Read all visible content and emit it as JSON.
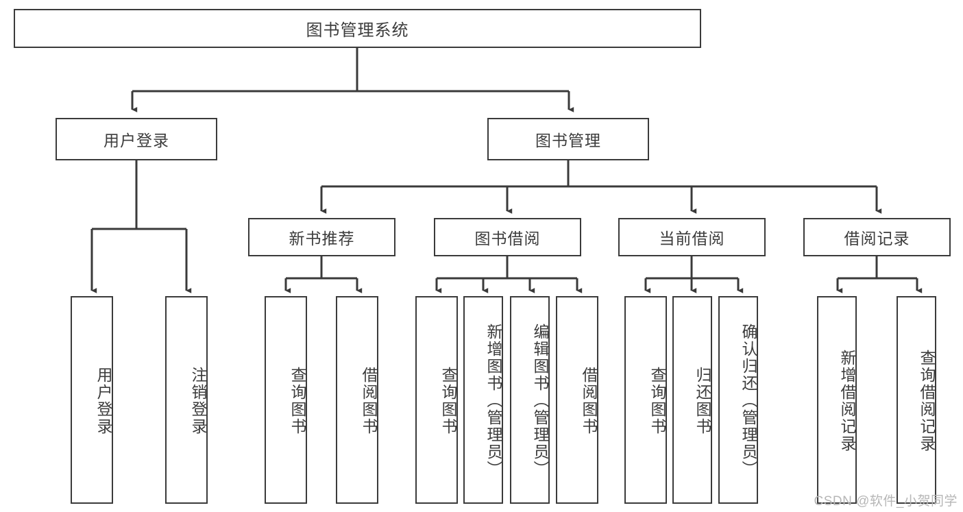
{
  "diagram": {
    "type": "tree-hierarchy",
    "title": "图书管理系统",
    "colors": {
      "border": "#3a3a3a",
      "text": "#3c3c3c",
      "background": "#ffffff",
      "connector": "#3a3a3a",
      "watermark": "#b6b6b6"
    },
    "root": {
      "label": "图书管理系统"
    },
    "level2": [
      {
        "label": "用户登录"
      },
      {
        "label": "图书管理"
      }
    ],
    "level3": [
      {
        "label": "新书推荐"
      },
      {
        "label": "图书借阅"
      },
      {
        "label": "当前借阅"
      },
      {
        "label": "借阅记录"
      }
    ],
    "leaves": {
      "user_login": [
        {
          "label": "用户登录"
        },
        {
          "label": "注销登录"
        }
      ],
      "new_book_recommend": [
        {
          "label": "查询图书"
        },
        {
          "label": "借阅图书"
        }
      ],
      "book_borrow": [
        {
          "label": "查询图书"
        },
        {
          "label": "新增图书（管理员）"
        },
        {
          "label": "编辑图书（管理员）"
        },
        {
          "label": "借阅图书"
        }
      ],
      "current_borrow": [
        {
          "label": "查询图书"
        },
        {
          "label": "归还图书"
        },
        {
          "label": "确认归还（管理员）"
        }
      ],
      "borrow_record": [
        {
          "label": "新增借阅记录"
        },
        {
          "label": "查询借阅记录"
        }
      ]
    }
  },
  "watermark": {
    "text": "CSDN @软件_小贺同学"
  }
}
